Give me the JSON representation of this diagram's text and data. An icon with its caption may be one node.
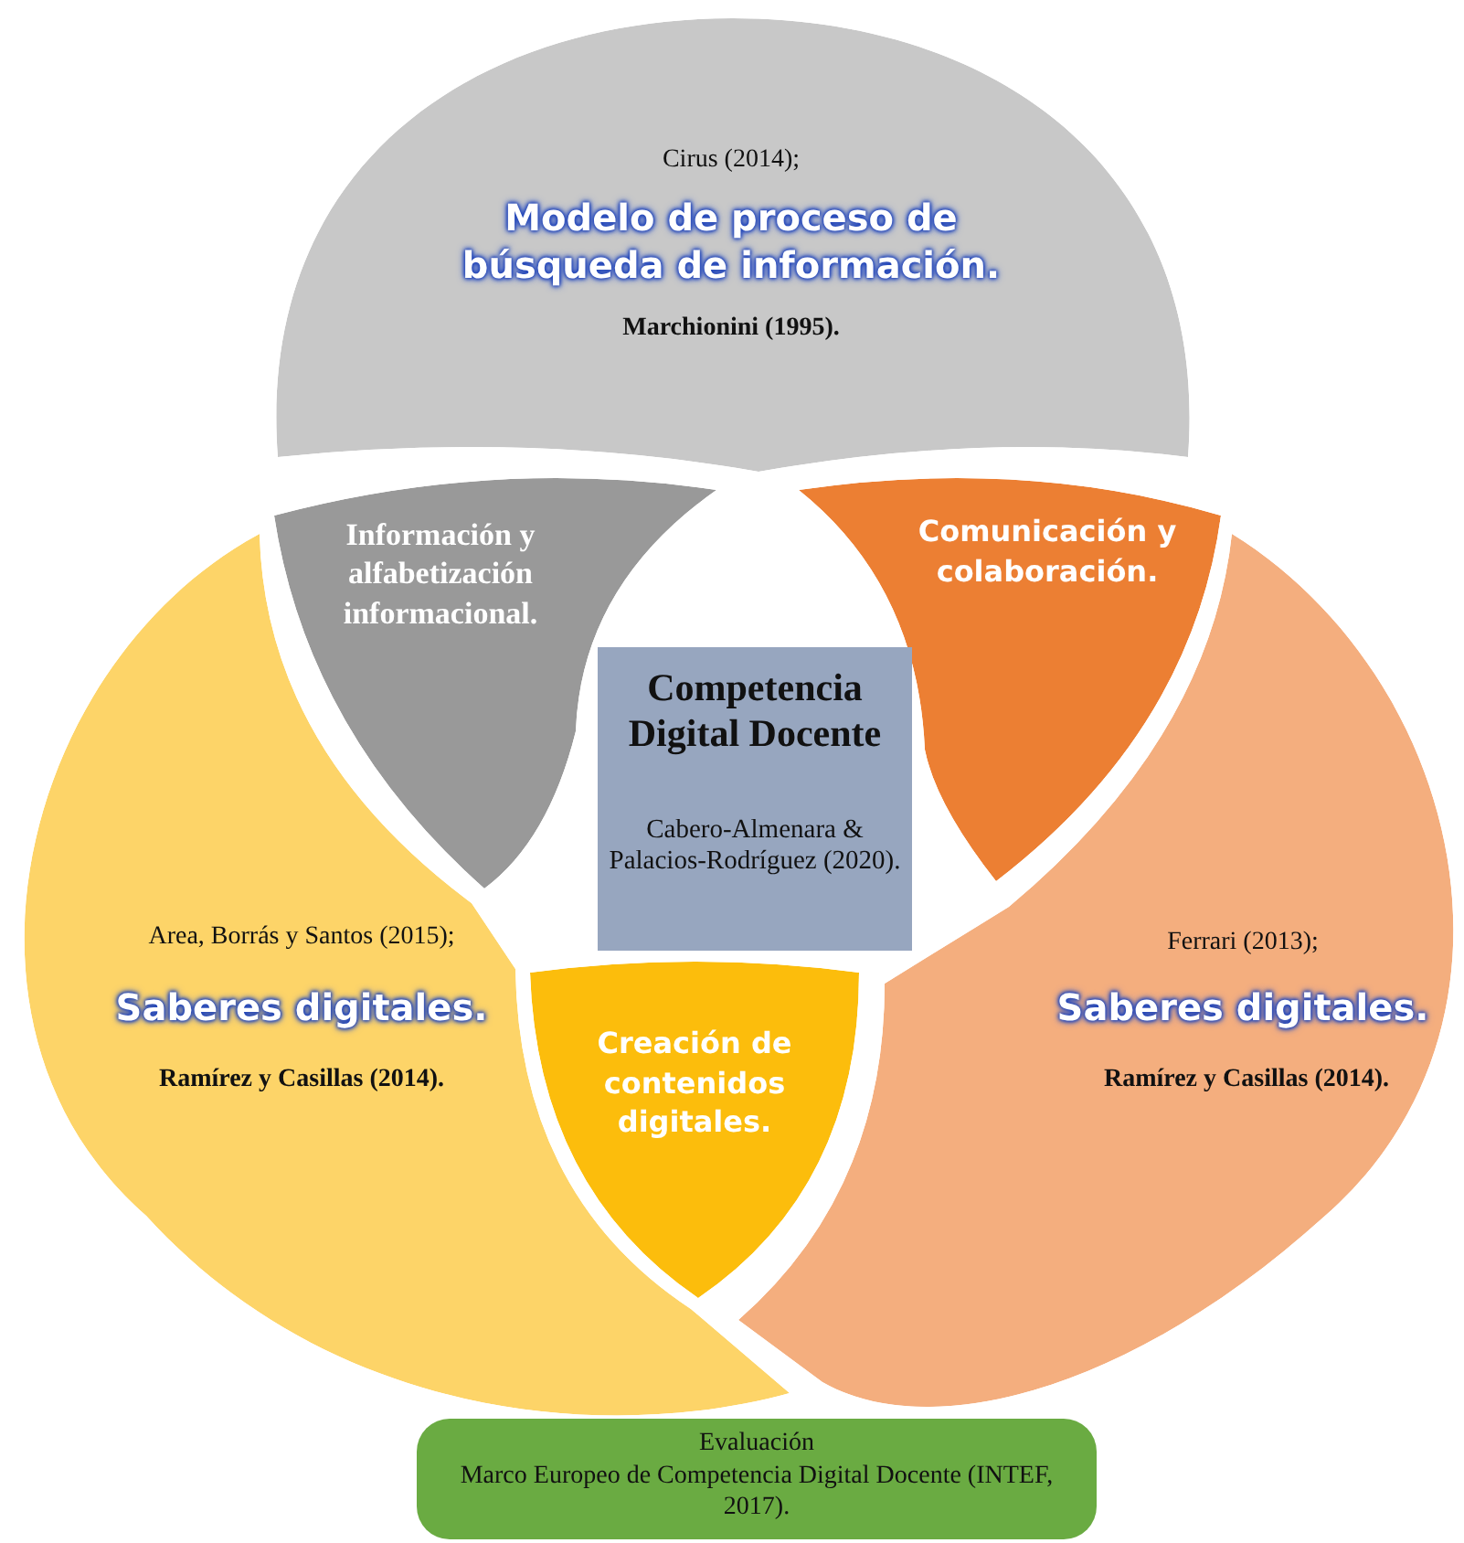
{
  "diagram": {
    "nodes": [
      {
        "text": [
          "Cirus (2014);",
          "Modelo de proceso de búsqueda de información.",
          "Marchionini (1995)."
        ]
      },
      {
        "text": [
          "Area, Borrás y Santos (2015);",
          "Saberes digitales.",
          "Ramírez y Casillas (2014)."
        ]
      },
      {
        "text": [
          "Ferrari (2013);",
          "Saberes digitales.",
          "Ramírez y Casillas (2014)."
        ]
      },
      {
        "text": [
          "Información y alfabetización informacional."
        ]
      },
      {
        "text": [
          "Comunicación y colaboración."
        ]
      },
      {
        "text": [
          "Creación de contenidos digitales."
        ]
      },
      {
        "text": [
          "Competencia Digital Docente",
          "Cabero-Almenara & Palacios-Rodríguez (2020)."
        ]
      },
      {
        "text": [
          "Evaluación",
          "Marco Europeo de Competencia Digital Docente (INTEF, 2017)."
        ]
      }
    ]
  }
}
